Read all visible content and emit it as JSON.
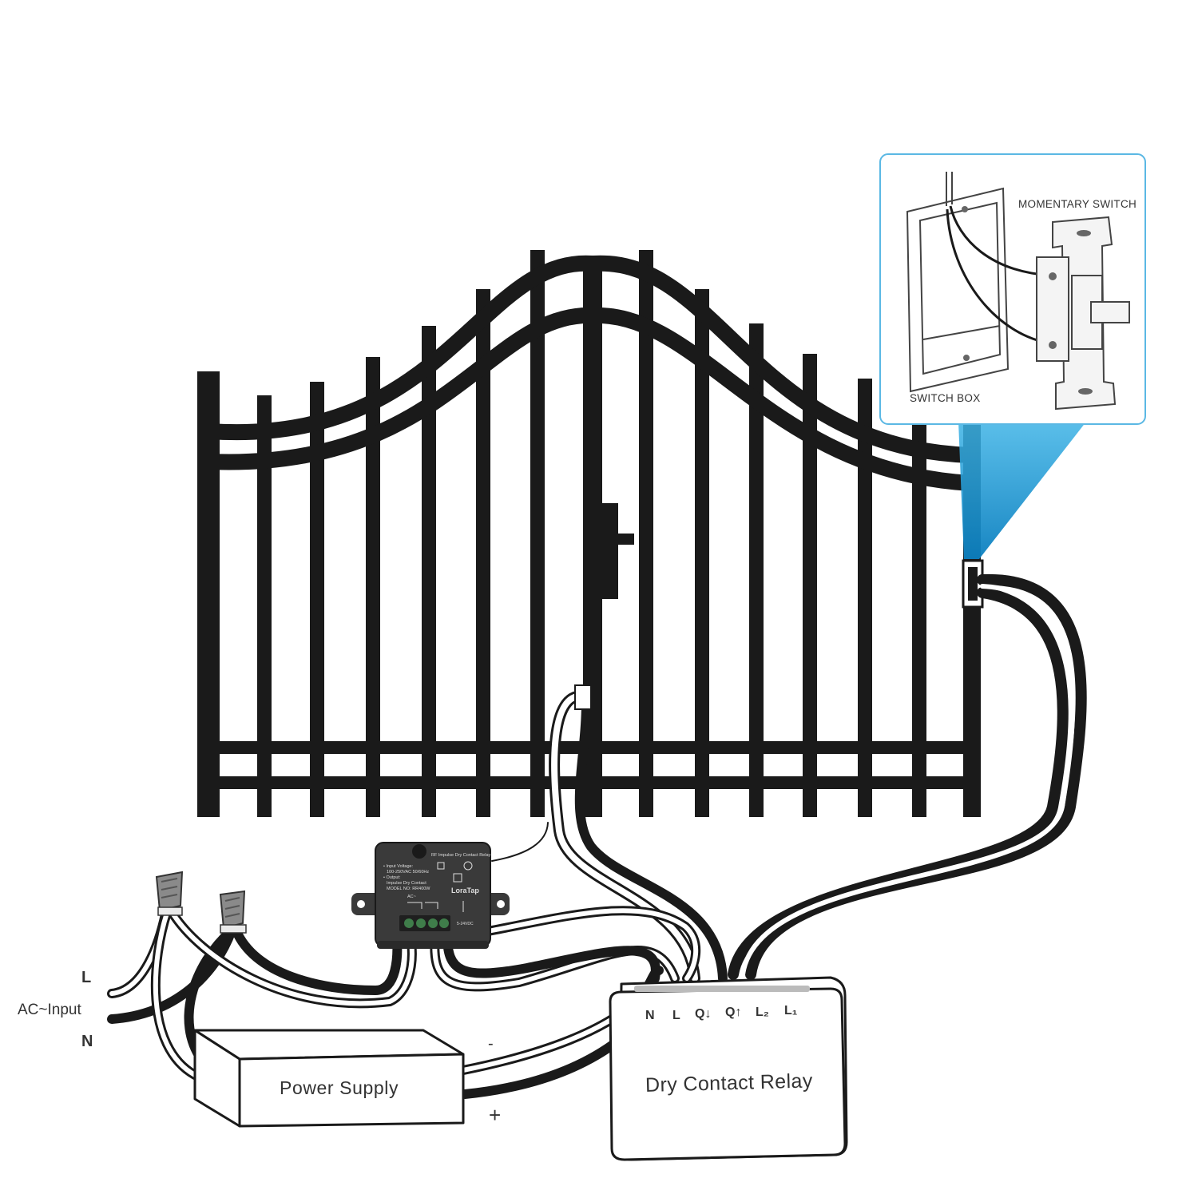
{
  "inset": {
    "momentary_switch_label": "MOMENTARY SWITCH",
    "switch_box_label": "SWITCH BOX",
    "highlight_color": "#1e9fd6"
  },
  "ac_input": {
    "l_label": "L",
    "label": "AC~Input",
    "n_label": "N"
  },
  "power_supply": {
    "label": "Power Supply",
    "minus": "-",
    "plus": "+"
  },
  "relay": {
    "label": "Dry Contact Relay",
    "terminals": [
      "N",
      "L",
      "Q↓",
      "Q↑",
      "L₂",
      "L₁"
    ]
  },
  "loratap_module": {
    "brand": "LoraTap",
    "title": "RF Impulse Dry Contact Relay",
    "specs": [
      "• Input Voltage:",
      "100-250VAC 50/60Hz",
      "• Output:",
      "Impulse Dry Contact",
      "MODEL NO: RR400W"
    ],
    "terminal_label": "AC~",
    "dc_label": "5-24VDC"
  },
  "colors": {
    "ink": "#1a1a1a",
    "module_body": "#3a3a3a",
    "terminal_green": "#3f7d4a",
    "inset_border": "#5bb8e4"
  }
}
